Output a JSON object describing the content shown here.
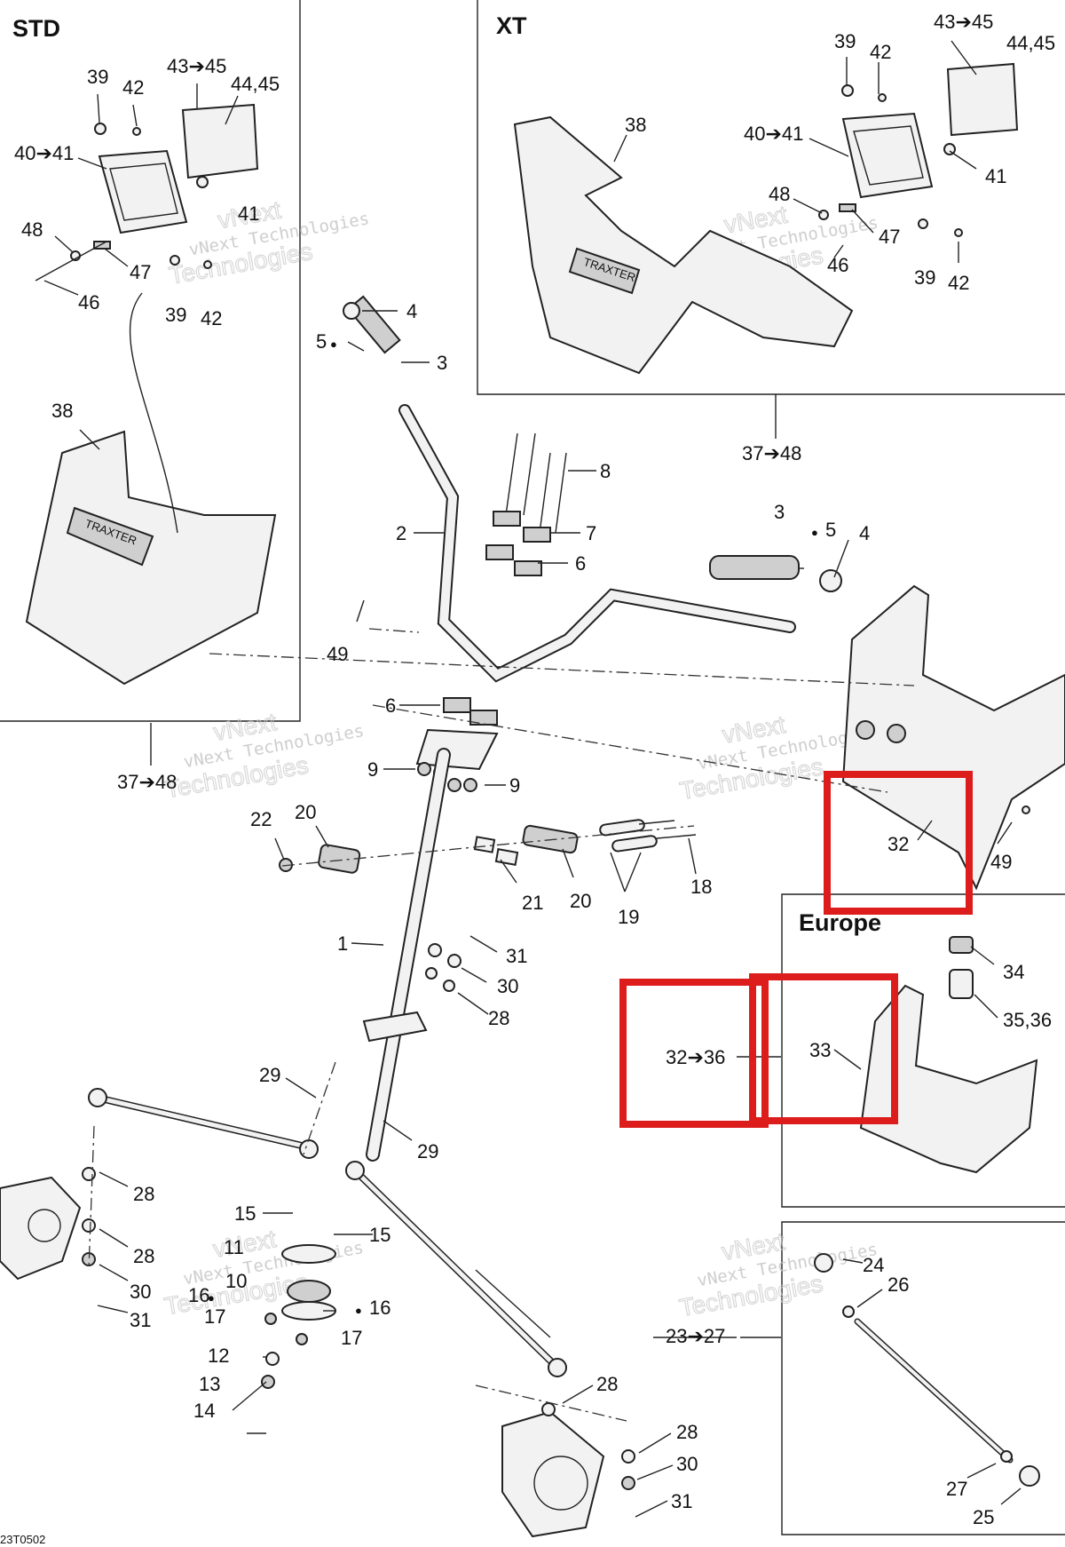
{
  "sections": {
    "std": "STD",
    "xt": "XT",
    "europe": "Europe"
  },
  "callouts": {
    "std_43_45": "43➔45",
    "std_44_45": "44,45",
    "std_39": "39",
    "std_42a": "42",
    "std_40_41": "40➔41",
    "std_41": "41",
    "std_48": "48",
    "std_47": "47",
    "std_46": "46",
    "std_39b": "39",
    "std_42b": "42",
    "std_38": "38",
    "std_37_48": "37➔48",
    "xt_43_45": "43➔45",
    "xt_44_45": "44,45",
    "xt_39": "39",
    "xt_42a": "42",
    "xt_38": "38",
    "xt_40_41": "40➔41",
    "xt_41": "41",
    "xt_48": "48",
    "xt_47": "47",
    "xt_46": "46",
    "xt_39b": "39",
    "xt_42b": "42",
    "xt_37_48": "37➔48",
    "p4a": "4",
    "p5a": "5",
    "p3a": "3",
    "p8": "8",
    "p7": "7",
    "p6a": "6",
    "p2": "2",
    "p3b": "3",
    "p5b": "5",
    "p4b": "4",
    "p49a": "49",
    "p6b": "6",
    "p9a": "9",
    "p9b": "9",
    "p22": "22",
    "p20a": "20",
    "p21": "21",
    "p20b": "20",
    "p19": "19",
    "p18": "18",
    "p32": "32",
    "p49b": "49",
    "p1": "1",
    "p31a": "31",
    "p30a": "30",
    "p28a": "28",
    "p34": "34",
    "p35_36": "35,36",
    "p32_36": "32➔36",
    "p33": "33",
    "p29a": "29",
    "p29b": "29",
    "p28b": "28",
    "p28c": "28",
    "p30b": "30",
    "p31b": "31",
    "p15a": "15",
    "p15b": "15",
    "p11": "11",
    "p10": "10",
    "p16a": "16",
    "p17a": "17",
    "p16b": "16",
    "p17b": "17",
    "p12": "12",
    "p13": "13",
    "p14": "14",
    "p23_27": "23➔27",
    "p24": "24",
    "p26": "26",
    "p28d": "28",
    "p28e": "28",
    "p30c": "30",
    "p31c": "31",
    "p27": "27",
    "p25": "25"
  },
  "decal_text": "TRAXTER",
  "watermark": {
    "line1": "vNext Technologies",
    "line2": "vNext",
    "line3": "Technologies"
  },
  "figure_ref": "23T0502",
  "colors": {
    "highlight": "#dd1c1c",
    "line": "#222222",
    "watermark": "#c4c4c4"
  }
}
